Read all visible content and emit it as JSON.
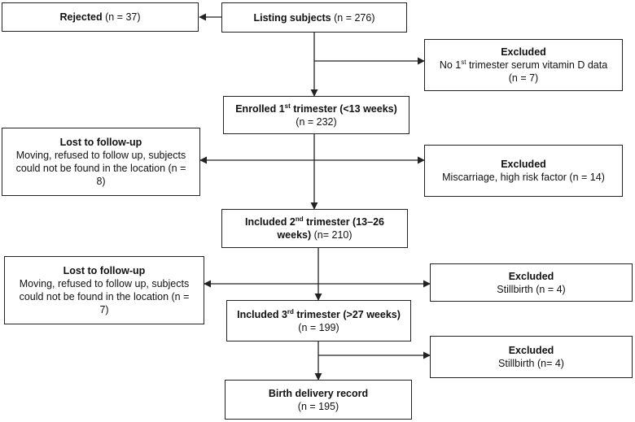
{
  "diagram": {
    "rejected": {
      "title": "Rejected",
      "count": "(n = 37)"
    },
    "listing": {
      "title": "Listing subjects",
      "count": "(n = 276)"
    },
    "excluded1": {
      "title": "Excluded",
      "reason_pre": "No 1",
      "reason_sup": "st",
      "reason_post": " trimester serum vitamin D data",
      "count": "(n = 7)"
    },
    "enrolled": {
      "title_pre": "Enrolled 1",
      "title_sup": "st",
      "title_post": " trimester (<13 weeks)",
      "count": "(n = 232)"
    },
    "lost1": {
      "title": "Lost to follow-up",
      "line1": "Moving, refused to follow up, subjects",
      "line2": "could not be found in the location (n =",
      "line3": "8)"
    },
    "excluded2": {
      "title": "Excluded",
      "reason": "Miscarriage, high risk factor (n = 14)"
    },
    "included2": {
      "title_pre": "Included 2",
      "title_sup": "nd",
      "title_post": " trimester (13–26",
      "line2_bold": "weeks)",
      "line2_count": " (n= 210)"
    },
    "lost2": {
      "title": "Lost to follow-up",
      "line1": "Moving, refused to follow up, subjects",
      "line2": "could not be found in the location (n =",
      "line3": "7)"
    },
    "excluded3": {
      "title": "Excluded",
      "reason": "Stillbirth (n = 4)"
    },
    "included3": {
      "title_pre": "Included 3",
      "title_sup": "rd",
      "title_post": " trimester (>27 weeks)",
      "count": "(n = 199)"
    },
    "excluded4": {
      "title": "Excluded",
      "reason": "Stillbirth (n= 4)"
    },
    "birth": {
      "title": "Birth delivery record",
      "count": "(n = 195)"
    }
  }
}
